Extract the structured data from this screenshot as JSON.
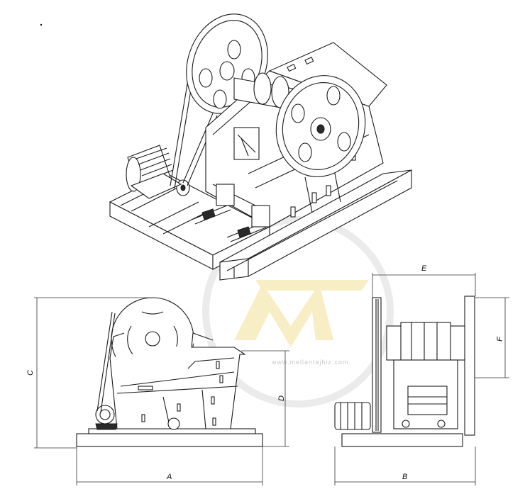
{
  "dimensions": {
    "a": "A",
    "b": "B",
    "c": "C",
    "d": "D",
    "e": "E",
    "f": "F"
  },
  "watermark": {
    "text": "www.mellantajbiz.com",
    "accent": "#f5e6a8",
    "ring": "#dcdcdc"
  },
  "colors": {
    "line": "#1a1a1a",
    "background": "#ffffff"
  }
}
